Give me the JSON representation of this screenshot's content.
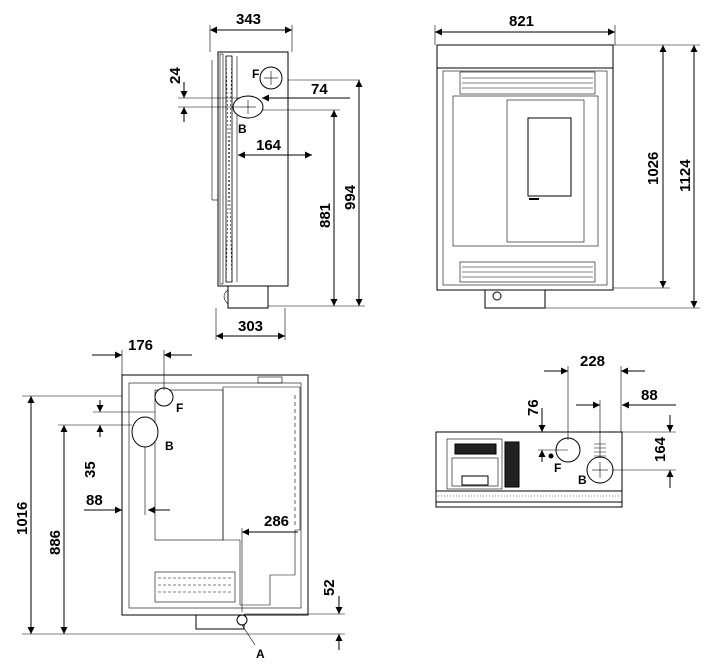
{
  "side_view": {
    "dims": {
      "width_top": "343",
      "width_base": "303",
      "offset_24": "24",
      "offset_74": "74",
      "offset_164": "164",
      "height_881": "881",
      "height_994": "994"
    },
    "labels": {
      "f": "F",
      "b": "B"
    }
  },
  "front_view": {
    "dims": {
      "width": "821",
      "height_1026": "1026",
      "height_1124": "1124"
    }
  },
  "top_view": {
    "dims": {
      "d176": "176",
      "d35": "35",
      "d88": "88",
      "d286": "286",
      "d52": "52",
      "d1016": "1016",
      "d886": "886"
    },
    "labels": {
      "f": "F",
      "b": "B",
      "a": "A"
    }
  },
  "rear_view": {
    "dims": {
      "d228": "228",
      "d88": "88",
      "d76": "76",
      "d164": "164"
    },
    "labels": {
      "f": "F",
      "b": "B"
    }
  }
}
